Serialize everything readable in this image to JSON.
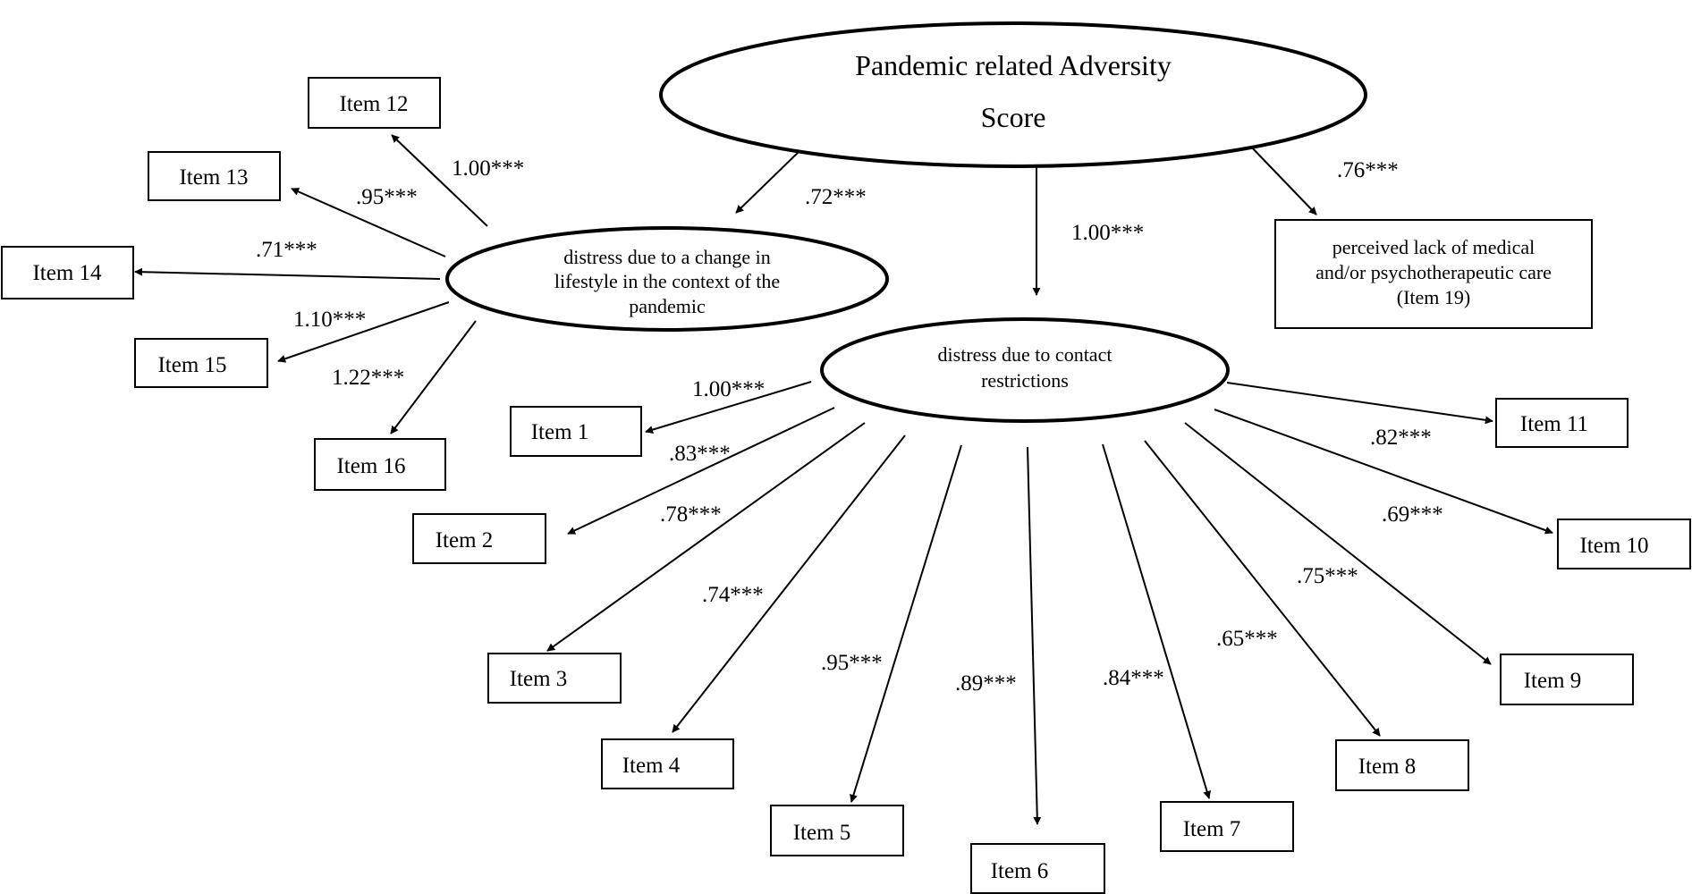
{
  "root": {
    "line1": "Pandemic related Adversity",
    "line2": "Score"
  },
  "factor_lifestyle": {
    "line1": "distress due to a change in",
    "line2": "lifestyle in the context of the",
    "line3": "pandemic"
  },
  "factor_contact": {
    "line1": "distress due to contact",
    "line2": "restrictions"
  },
  "care_item": {
    "line1": "perceived lack of medical",
    "line2": "and/or psychotherapeutic care",
    "line3": "(Item 19)"
  },
  "items": {
    "item1": "Item 1",
    "item2": "Item 2",
    "item3": "Item 3",
    "item4": "Item 4",
    "item5": "Item 5",
    "item6": "Item 6",
    "item7": "Item 7",
    "item8": "Item 8",
    "item9": "Item 9",
    "item10": "Item 10",
    "item11": "Item 11",
    "item12": "Item 12",
    "item13": "Item 13",
    "item14": "Item 14",
    "item15": "Item 15",
    "item16": "Item 16"
  },
  "loadings": {
    "root_lifestyle": ".72***",
    "root_contact": "1.00***",
    "root_care": ".76***",
    "item12": "1.00***",
    "item13": ".95***",
    "item14": ".71***",
    "item15": "1.10***",
    "item16": "1.22***",
    "item1": "1.00***",
    "item2": ".83***",
    "item3": ".78***",
    "item4": ".74***",
    "item5": ".95***",
    "item6": ".89***",
    "item7": ".84***",
    "item8": ".65***",
    "item9": ".75***",
    "item10": ".69***",
    "item11": ".82***"
  }
}
